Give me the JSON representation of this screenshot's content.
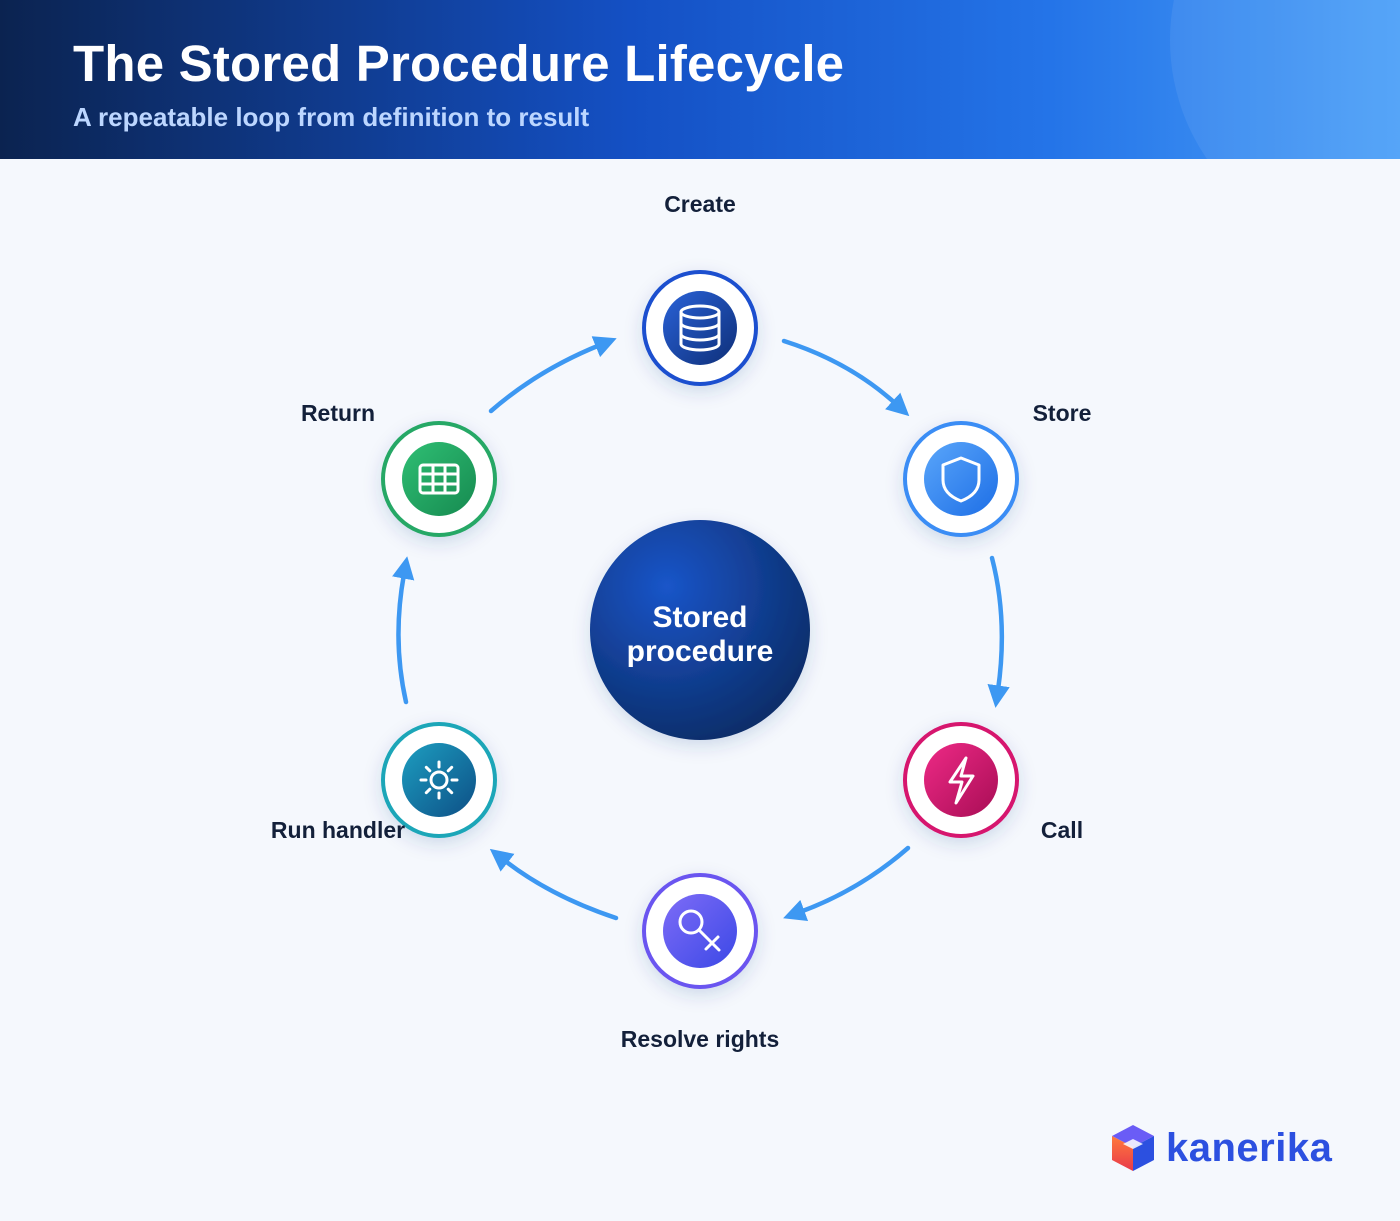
{
  "header": {
    "title": "The Stored Procedure Lifecycle",
    "subtitle": "A repeatable loop from definition to result"
  },
  "center": {
    "line1": "Stored",
    "line2": "procedure"
  },
  "steps": [
    {
      "label": "Create",
      "icon": "database-icon",
      "color": "#1a4fcf"
    },
    {
      "label": "Store",
      "icon": "shield-icon",
      "color": "#3a8df5"
    },
    {
      "label": "Call",
      "icon": "lightning-icon",
      "color": "#d6126e"
    },
    {
      "label": "Resolve rights",
      "icon": "key-icon",
      "color": "#6a55f0"
    },
    {
      "label": "Run handler",
      "icon": "gear-icon",
      "color": "#1aa6b8"
    },
    {
      "label": "Return",
      "icon": "table-icon",
      "color": "#26a866"
    }
  ],
  "colors": {
    "arrow": "#3d98f2",
    "center": "#0f3a8c"
  },
  "logo": {
    "text": "kanerika"
  }
}
